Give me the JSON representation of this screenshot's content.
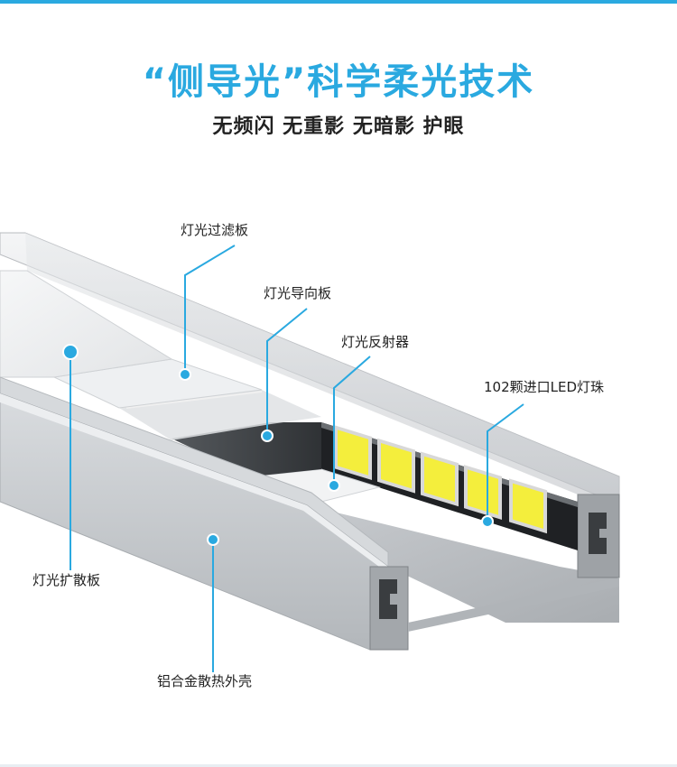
{
  "header": {
    "title": "“侧导光”科学柔光技术",
    "subtitle": "无频闪 无重影 无暗影 护眼"
  },
  "labels": {
    "filter_board": "灯光过滤板",
    "guide_board": "灯光导向板",
    "reflector": "灯光反射器",
    "led_beads": "102颗进口LED灯珠",
    "diffuser_board": "灯光扩散板",
    "aluminum_shell": "铝合金散热外壳"
  },
  "colors": {
    "accent": "#2aa9e0",
    "aluminum_light": "#e6e8ea",
    "aluminum_mid": "#c9ccd0",
    "aluminum_dark": "#8e9296",
    "led_yellow": "#f4ee3c",
    "guide_dark": "#3a3d40"
  }
}
